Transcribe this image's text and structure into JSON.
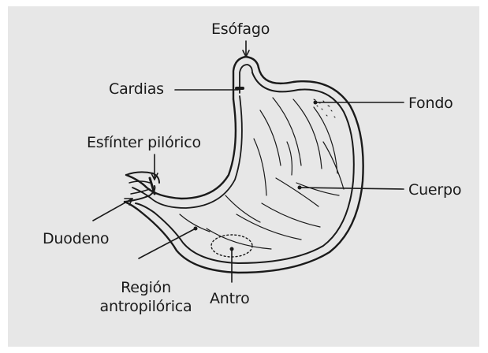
{
  "labels": {
    "esofago": "Esófago",
    "cardias": "Cardias",
    "fondo": "Fondo",
    "esfinter": "Esfínter pilórico",
    "cuerpo": "Cuerpo",
    "duodeno": "Duodeno",
    "region_line1": "Región",
    "region_line2": "antropilórica",
    "antro": "Antro"
  },
  "colors": {
    "paper": "#e7e7e7",
    "ink": "#1a1a1a"
  }
}
